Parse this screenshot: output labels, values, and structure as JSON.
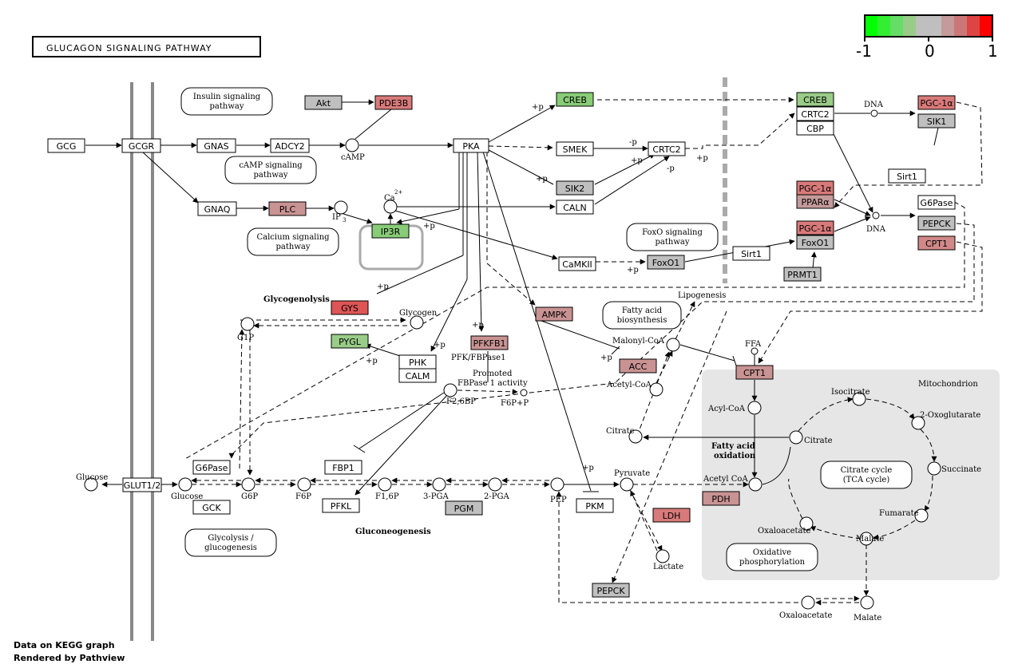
{
  "title": "GLUCAGON SIGNALING PATHWAY",
  "legend": {
    "colors": [
      "#00ff00",
      "#33ee33",
      "#66dd66",
      "#99cc88",
      "#bfbfbf",
      "#bfbfbf",
      "#c49a9a",
      "#cc7777",
      "#dd4444",
      "#ff0000"
    ],
    "labels": [
      "-1",
      "0",
      "1"
    ]
  },
  "genes": [
    {
      "id": "gcg",
      "label": "GCG",
      "color": "#ffffff"
    },
    {
      "id": "gcgr",
      "label": "GCGR",
      "color": "#ffffff"
    },
    {
      "id": "gnas",
      "label": "GNAS",
      "color": "#ffffff"
    },
    {
      "id": "adcy2",
      "label": "ADCY2",
      "color": "#ffffff"
    },
    {
      "id": "akt",
      "label": "Akt",
      "color": "#bfbfbf"
    },
    {
      "id": "pde3b",
      "label": "PDE3B",
      "color": "#d97a7a"
    },
    {
      "id": "gnaq",
      "label": "GNAQ",
      "color": "#ffffff"
    },
    {
      "id": "plc",
      "label": "PLC",
      "color": "#c99393"
    },
    {
      "id": "ip3r",
      "label": "IP3R",
      "color": "#88cc77"
    },
    {
      "id": "pka",
      "label": "PKA",
      "color": "#ffffff"
    },
    {
      "id": "creb1",
      "label": "CREB",
      "color": "#88cc77"
    },
    {
      "id": "smek",
      "label": "SMEK",
      "color": "#ffffff"
    },
    {
      "id": "sik2",
      "label": "SIK2",
      "color": "#bfbfbf"
    },
    {
      "id": "caln",
      "label": "CALN",
      "color": "#ffffff"
    },
    {
      "id": "crtc2a",
      "label": "CRTC2",
      "color": "#ffffff"
    },
    {
      "id": "camkii",
      "label": "CaMKII",
      "color": "#ffffff"
    },
    {
      "id": "foxo1a",
      "label": "FoxO1",
      "color": "#bfbfbf"
    },
    {
      "id": "creb2",
      "label": "CREB",
      "color": "#99cc88"
    },
    {
      "id": "crtc2b",
      "label": "CRTC2",
      "color": "#ffffff"
    },
    {
      "id": "cbp",
      "label": "CBP",
      "color": "#ffffff"
    },
    {
      "id": "pgc1a1",
      "label": "PGC-1α",
      "color": "#d97a7a"
    },
    {
      "id": "sik1",
      "label": "SIK1",
      "color": "#bfbfbf"
    },
    {
      "id": "sirt1a",
      "label": "Sirt1",
      "color": "#ffffff"
    },
    {
      "id": "pgc1a2",
      "label": "PGC-1α",
      "color": "#d97a7a"
    },
    {
      "id": "ppara",
      "label": "PPARα",
      "color": "#c49a9a"
    },
    {
      "id": "g6pase1",
      "label": "G6Pase",
      "color": "#ffffff"
    },
    {
      "id": "pepck1",
      "label": "PEPCK",
      "color": "#bfbfbf"
    },
    {
      "id": "pgc1a3",
      "label": "PGC-1α",
      "color": "#d97a7a"
    },
    {
      "id": "foxo1b",
      "label": "FoxO1",
      "color": "#bfbfbf"
    },
    {
      "id": "cpt1a",
      "label": "CPT1",
      "color": "#d08888"
    },
    {
      "id": "sirt1b",
      "label": "Sirt1",
      "color": "#ffffff"
    },
    {
      "id": "prmt1",
      "label": "PRMT1",
      "color": "#bfbfbf"
    },
    {
      "id": "gys",
      "label": "GYS",
      "color": "#dd5555"
    },
    {
      "id": "ampk",
      "label": "AMPK",
      "color": "#c99393"
    },
    {
      "id": "pygl",
      "label": "PYGL",
      "color": "#99cc88"
    },
    {
      "id": "phk",
      "label": "PHK",
      "color": "#ffffff"
    },
    {
      "id": "calm",
      "label": "CALM",
      "color": "#ffffff"
    },
    {
      "id": "pfkfb1",
      "label": "PFKFB1",
      "color": "#c99393"
    },
    {
      "id": "acc",
      "label": "ACC",
      "color": "#c99393"
    },
    {
      "id": "cpt1b",
      "label": "CPT1",
      "color": "#c99393"
    },
    {
      "id": "g6pase2",
      "label": "G6Pase",
      "color": "#ffffff"
    },
    {
      "id": "gck",
      "label": "GCK",
      "color": "#ffffff"
    },
    {
      "id": "glut12",
      "label": "GLUT1/2",
      "color": "#ffffff"
    },
    {
      "id": "fbp1",
      "label": "FBP1",
      "color": "#ffffff"
    },
    {
      "id": "pfkl",
      "label": "PFKL",
      "color": "#ffffff"
    },
    {
      "id": "pgm",
      "label": "PGM",
      "color": "#bfbfbf"
    },
    {
      "id": "pkm",
      "label": "PKM",
      "color": "#ffffff"
    },
    {
      "id": "ldh",
      "label": "LDH",
      "color": "#d97a7a"
    },
    {
      "id": "pdh",
      "label": "PDH",
      "color": "#c99393"
    },
    {
      "id": "pepck2",
      "label": "PEPCK",
      "color": "#bfbfbf"
    }
  ],
  "pathways": [
    {
      "id": "insulin",
      "lines": [
        "Insulin signaling",
        "pathway"
      ]
    },
    {
      "id": "camp",
      "lines": [
        "cAMP signaling",
        "pathway"
      ]
    },
    {
      "id": "calcium",
      "lines": [
        "Calcium signaling",
        "pathway"
      ]
    },
    {
      "id": "foxo",
      "lines": [
        "FoxO signaling",
        "pathway"
      ]
    },
    {
      "id": "fatty",
      "lines": [
        "Fatty acid",
        "biosynthesis"
      ]
    },
    {
      "id": "glycolysis",
      "lines": [
        "Glycolysis /",
        "glucogenesis"
      ]
    },
    {
      "id": "tca",
      "lines": [
        "Citrate cycle",
        "(TCA cycle)"
      ]
    },
    {
      "id": "oxphos",
      "lines": [
        "Oxidative",
        "phosphorylation"
      ]
    }
  ],
  "compounds": {
    "camp": "cAMP",
    "ca": "Ca",
    "ca_sup": "2+",
    "ip3": "IP",
    "ip3_sub": "3",
    "glycogen": "Glycogen",
    "g1p": "G1P",
    "glucose1": "Glucose",
    "glucose2": "Glucose",
    "g6p": "G6P",
    "f6p": "F6P",
    "f16p": "F1,6P",
    "pga3": "3-PGA",
    "pga2": "2-PGA",
    "pep": "PEP",
    "pyruvate": "Pyruvate",
    "lactate": "Lactate",
    "f26bp": "F2,6BP",
    "f6pp": "F6P+P",
    "lipogenesis": "Lipogenesis",
    "malonyl": "Malonyl-CoA",
    "acetyl": "Acetyl-CoA",
    "ffa": "FFA",
    "acylcoa": "Acyl-CoA",
    "citrate1": "Citrate",
    "acetylcoa2": "Acetyl CoA",
    "citrate2": "Citrate",
    "isocitrate": "Isocitrate",
    "oxoglutarate": "2-Oxoglutarate",
    "succinate": "Succinate",
    "fumarate": "Fumarate",
    "malate1": "Malate",
    "oxaloacetate1": "Oxaloacetate",
    "oxaloacetate2": "Oxaloacetate",
    "malate2": "Malate",
    "dna1": "DNA",
    "dna2": "DNA"
  },
  "labels": {
    "glycogenolysis": "Glycogenolysis",
    "gluconeogenesis": "Gluconeogenesis",
    "fatty_ox1": "Fatty acid",
    "fatty_ox2": "oxidation",
    "mitochondrion": "Mitochondrion",
    "pfk_fbpase1": "PFK/FBPase1",
    "promoted1": "Promoted",
    "promoted2": "FBPase 1 activity",
    "plus_p": "+p",
    "minus_p": "-p"
  },
  "footer": {
    "line1": "Data on KEGG graph",
    "line2": "Rendered by Pathview"
  }
}
